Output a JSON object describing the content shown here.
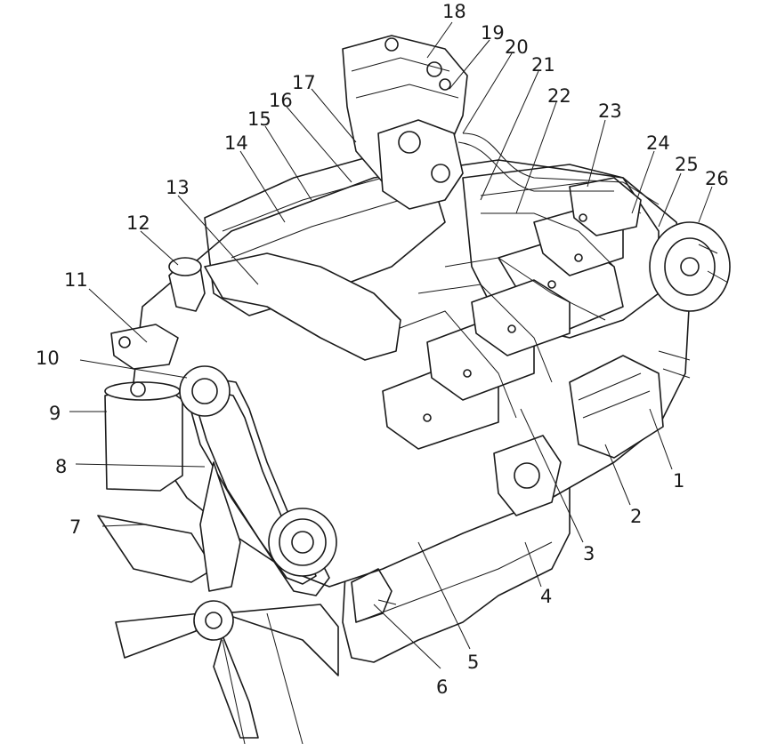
{
  "figure": {
    "callouts": [
      {
        "id": "1",
        "label": "1"
      },
      {
        "id": "2",
        "label": "2"
      },
      {
        "id": "3",
        "label": "3"
      },
      {
        "id": "4",
        "label": "4"
      },
      {
        "id": "5",
        "label": "5"
      },
      {
        "id": "6",
        "label": "6"
      },
      {
        "id": "7",
        "label": "7"
      },
      {
        "id": "8",
        "label": "8"
      },
      {
        "id": "9",
        "label": "9"
      },
      {
        "id": "10",
        "label": "10"
      },
      {
        "id": "11",
        "label": "11"
      },
      {
        "id": "12",
        "label": "12"
      },
      {
        "id": "13",
        "label": "13"
      },
      {
        "id": "14",
        "label": "14"
      },
      {
        "id": "15",
        "label": "15"
      },
      {
        "id": "16",
        "label": "16"
      },
      {
        "id": "17",
        "label": "17"
      },
      {
        "id": "18",
        "label": "18"
      },
      {
        "id": "19",
        "label": "19"
      },
      {
        "id": "20",
        "label": "20"
      },
      {
        "id": "21",
        "label": "21"
      },
      {
        "id": "22",
        "label": "22"
      },
      {
        "id": "23",
        "label": "23"
      },
      {
        "id": "24",
        "label": "24"
      },
      {
        "id": "25",
        "label": "25"
      },
      {
        "id": "26",
        "label": "26"
      }
    ],
    "ink_color": "#1a1a1a",
    "background": "#ffffff"
  }
}
